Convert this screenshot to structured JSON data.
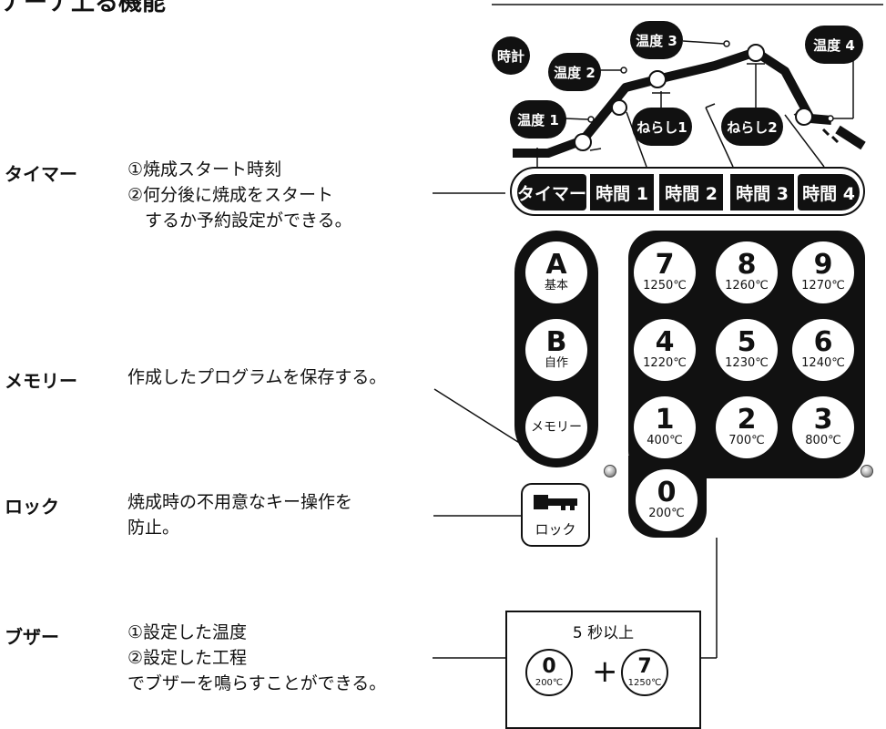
{
  "heading": "ナーナ上る機能",
  "features": [
    {
      "title": "タイマー",
      "lines": [
        "①焼成スタート時刻",
        "②何分後に焼成をスタート",
        "　するか予約設定ができる。"
      ]
    },
    {
      "title": "メモリー",
      "lines": [
        "作成したプログラムを保存する。"
      ]
    },
    {
      "title": "ロック",
      "lines": [
        "焼成時の不用意なキー操作を",
        "防止。"
      ]
    },
    {
      "title": "ブザー",
      "lines": [
        "①設定した温度",
        "②設定した工程",
        "でブザーを鳴らすことができる。"
      ]
    }
  ],
  "graph_labels": {
    "clock": "時計",
    "temp1": "温度 1",
    "temp2": "温度 2",
    "temp3": "温度 3",
    "temp4": "温度 4",
    "soak1": "ねらし1",
    "soak2": "ねらし2"
  },
  "bar_buttons": [
    "タイマー",
    "時間 1",
    "時間 2",
    "時間 3",
    "時間 4"
  ],
  "memory_keys": [
    {
      "big": "A",
      "small": "基本"
    },
    {
      "big": "B",
      "small": "自作"
    },
    {
      "label": "メモリー"
    }
  ],
  "number_keys": [
    {
      "num": "7",
      "temp": "1250℃"
    },
    {
      "num": "8",
      "temp": "1260℃"
    },
    {
      "num": "9",
      "temp": "1270℃"
    },
    {
      "num": "4",
      "temp": "1220℃"
    },
    {
      "num": "5",
      "temp": "1230℃"
    },
    {
      "num": "6",
      "temp": "1240℃"
    },
    {
      "num": "1",
      "temp": "400℃"
    },
    {
      "num": "2",
      "temp": "700℃"
    },
    {
      "num": "3",
      "temp": "800℃"
    },
    {
      "num": "0",
      "temp": "200℃"
    }
  ],
  "lock_label": "ロック",
  "combo": {
    "title": "5 秒以上",
    "key1": {
      "num": "0",
      "temp": "200℃"
    },
    "plus": "+",
    "key2": {
      "num": "7",
      "temp": "1250℃"
    }
  }
}
